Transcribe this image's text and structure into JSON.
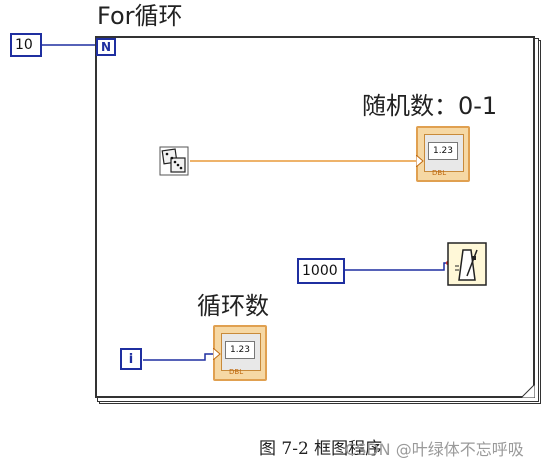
{
  "loop": {
    "title": "For循环",
    "count_terminal": "N",
    "iteration_terminal": "i"
  },
  "constants": {
    "loop_count": "10",
    "wait_ms": "1000"
  },
  "indicators": {
    "random_label": "随机数：0-1",
    "random_display": "1.23",
    "random_type": "DBL",
    "loop_label": "循环数",
    "loop_display": "1.23",
    "loop_type": "DBL"
  },
  "icons": {
    "random": "dice-icon",
    "wait": "metronome-icon"
  },
  "colors": {
    "wire_orange": "#e89a3a",
    "wire_blue": "#1f2fa0",
    "indicator_fill": "#f6d8a4"
  },
  "caption": "图 7-2  框图程序",
  "watermark": "CSDN @叶绿体不忘呼吸"
}
